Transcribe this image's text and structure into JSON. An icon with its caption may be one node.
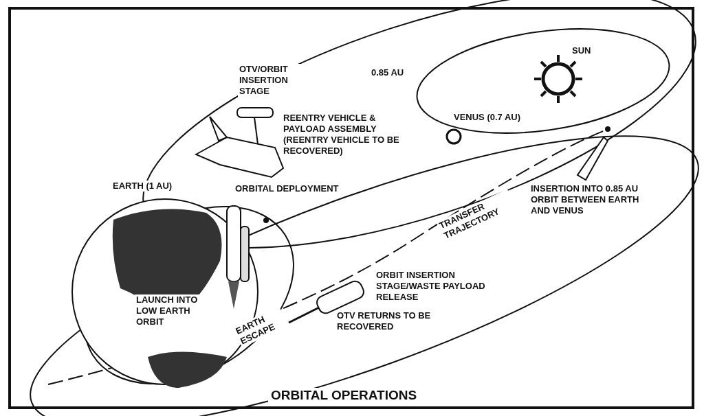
{
  "diagram": {
    "caption": "ORBITAL OPERATIONS",
    "labels": [
      "SUN",
      "OTV/ORBIT INSERTION STAGE",
      "0.85 AU",
      "REENTRY VEHICLE & PAYLOAD ASSEMBLY (REENTRY VEHICLE TO BE RECOVERED)",
      "VENUS (0.7 AU)",
      "EARTH (1 AU)",
      "ORBITAL DEPLOYMENT",
      "INSERTION INTO 0.85 AU ORBIT BETWEEN EARTH AND VENUS",
      "TRANSFER TRAJECTORY",
      "ORBIT INSERTION STAGE/WASTE PAYLOAD RELEASE",
      "LAUNCH INTO LOW EARTH ORBIT",
      "OTV RETURNS TO BE RECOVERED",
      "EARTH ESCAPE"
    ]
  }
}
